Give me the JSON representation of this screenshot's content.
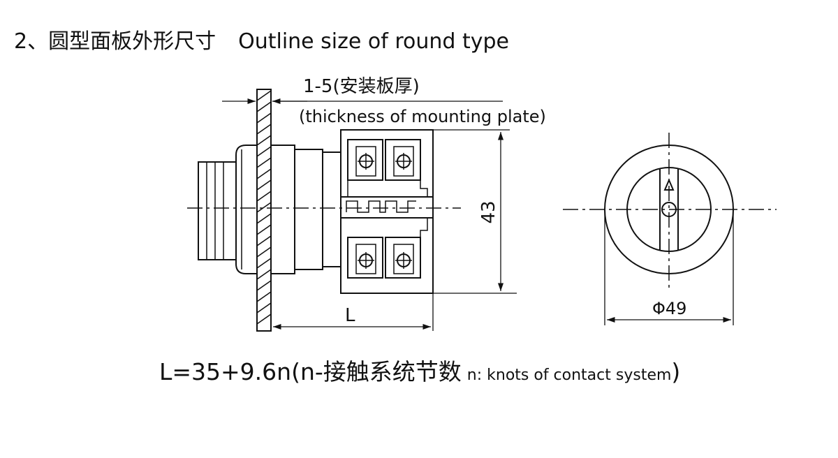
{
  "title": {
    "number": "2、圆型面板外形尺寸",
    "english": "Outline size of round type"
  },
  "side_view": {
    "plate_thickness_label": "1-5(安装板厚)",
    "plate_thickness_label_en": "(thickness of mounting plate)",
    "height_label": "43",
    "length_label": "L"
  },
  "front_view": {
    "diameter_label": "Φ49"
  },
  "formula": {
    "main": "L=35+9.6n(n-接触系统节数",
    "note": "n: knots of contact system",
    "close": ")"
  }
}
